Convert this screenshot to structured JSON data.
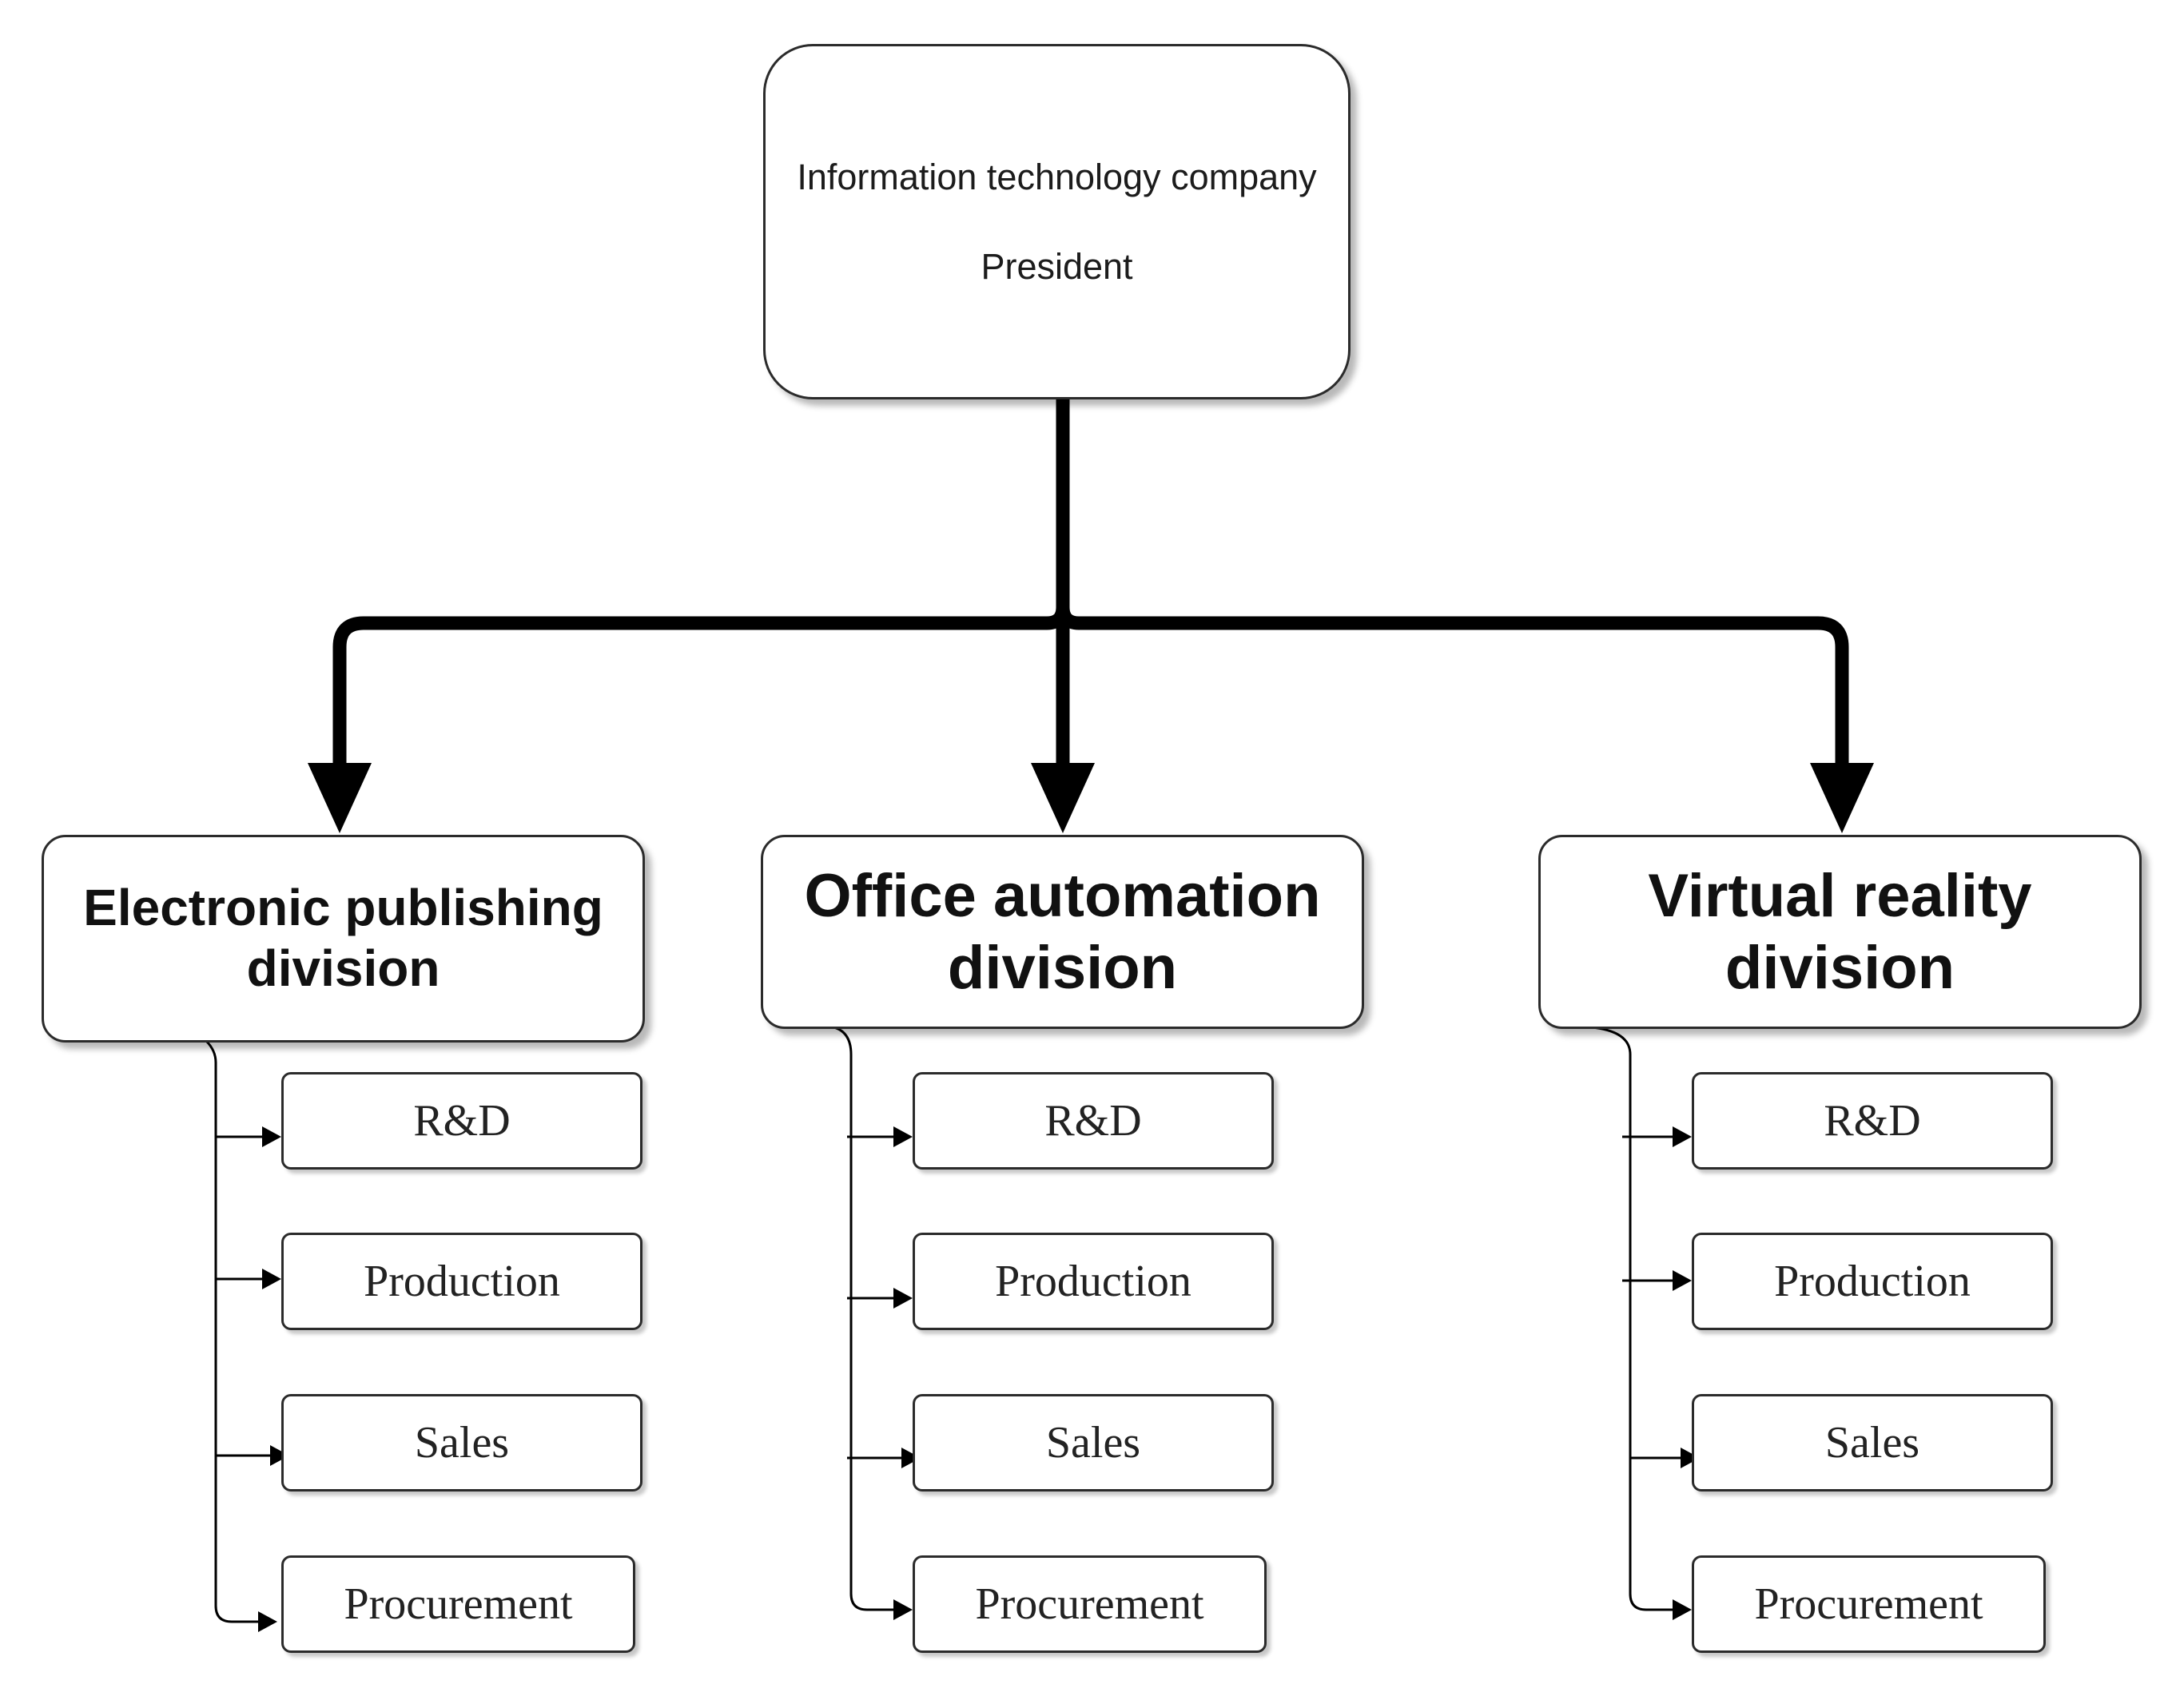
{
  "root": {
    "title": "Information technology company",
    "subtitle": "President"
  },
  "divisions": [
    {
      "line1": "Electronic publishing",
      "line2": "division",
      "units": [
        "R&D",
        "Production",
        "Sales",
        "Procurement"
      ]
    },
    {
      "line1": "Office automation",
      "line2": "division",
      "units": [
        "R&D",
        "Production",
        "Sales",
        "Procurement"
      ]
    },
    {
      "line1": "Virtual reality",
      "line2": "division",
      "units": [
        "R&D",
        "Production",
        "Sales",
        "Procurement"
      ]
    }
  ],
  "colors": {
    "line": "#000000",
    "border": "#2b2b2b",
    "shadow": "rgba(0,0,0,0.28)"
  }
}
